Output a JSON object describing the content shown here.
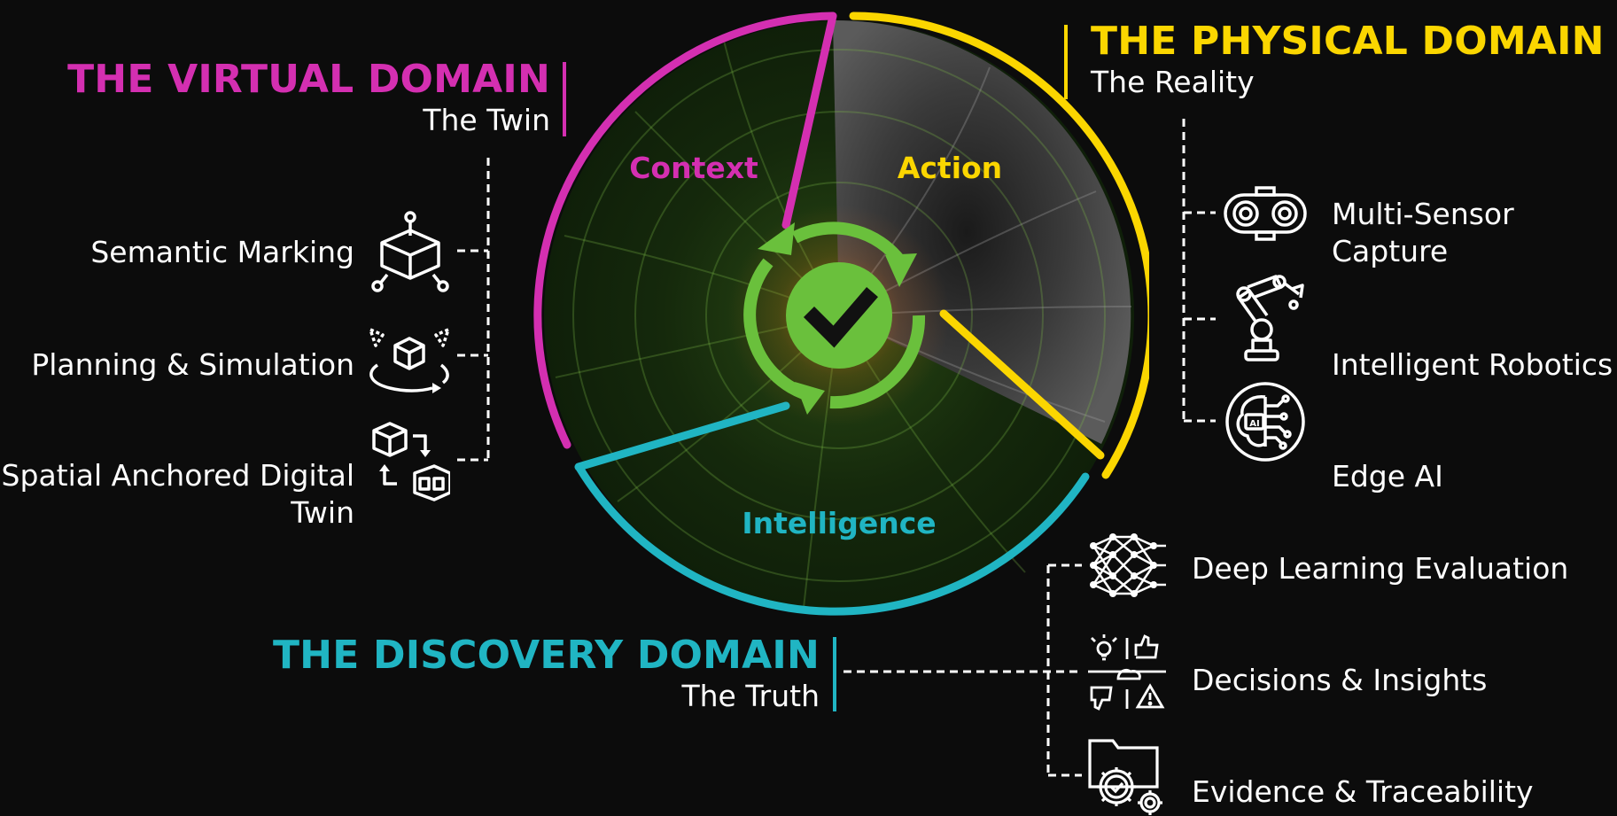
{
  "colors": {
    "virtual": "#d42fb1",
    "physical": "#fbd600",
    "discovery": "#20b5c3",
    "center": "#6ac03c",
    "background": "#0c0c0c",
    "text": "#ffffff"
  },
  "wheel": {
    "segments": {
      "context": "Context",
      "action": "Action",
      "intelligence": "Intelligence"
    },
    "center_icon": "check-cycle-icon"
  },
  "virtual": {
    "title": "THE VIRTUAL DOMAIN",
    "subtitle": "The Twin",
    "items": [
      {
        "label": "Semantic Marking",
        "icon": "cube-marking-icon"
      },
      {
        "label": "Planning & Simulation",
        "icon": "cube-rotate-icon"
      },
      {
        "label": "Spatial Anchored Digital Twin",
        "icon": "cube-twin-icon"
      }
    ]
  },
  "physical": {
    "title": "THE PHYSICAL DOMAIN",
    "subtitle": "The Reality",
    "items": [
      {
        "label": "Multi-Sensor Capture",
        "icon": "sensor-camera-icon"
      },
      {
        "label": "Intelligent Robotics",
        "icon": "robot-arm-icon"
      },
      {
        "label": "Edge AI",
        "icon": "ai-brain-icon"
      }
    ]
  },
  "discovery": {
    "title": "THE DISCOVERY DOMAIN",
    "subtitle": "The Truth",
    "items": [
      {
        "label": "Deep Learning Evaluation",
        "icon": "neural-network-icon"
      },
      {
        "label": "Decisions & Insights",
        "icon": "decision-cloud-icon"
      },
      {
        "label": "Evidence & Traceability",
        "icon": "folder-gear-icon"
      }
    ]
  }
}
